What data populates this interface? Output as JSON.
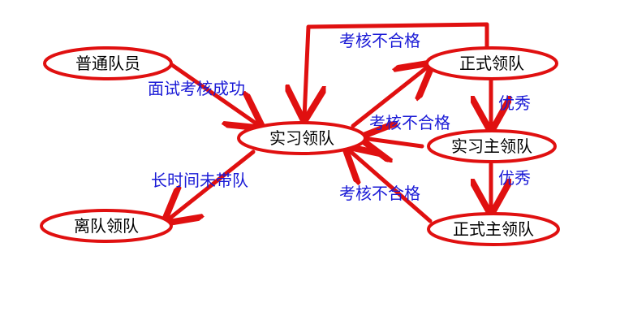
{
  "colors": {
    "stroke": "#e01010",
    "node_text": "#000000",
    "edge_text": "#1a1ad6",
    "background": "#ffffff"
  },
  "nodes": {
    "regular_member": "普通队员",
    "intern_leader": "实习领队",
    "formal_leader": "正式领队",
    "intern_chief_leader": "实习主领队",
    "formal_chief_leader": "正式主领队",
    "retired_leader": "离队领队"
  },
  "edges": {
    "interview_pass": "面试考核成功",
    "long_time_no_lead": "长时间未带队",
    "fail_from_formal": "考核不合格",
    "fail_from_intern_chief": "考核不合格",
    "fail_from_formal_chief": "考核不合格",
    "excellent_1": "优秀",
    "excellent_2": "优秀"
  }
}
